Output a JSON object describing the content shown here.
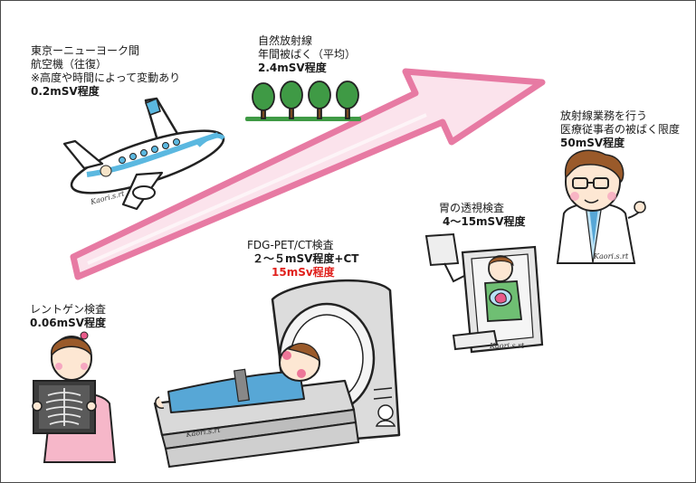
{
  "colors": {
    "arrow_fill": "#fbe3ec",
    "arrow_stroke": "#e77aa3",
    "highlight": "#e0201c",
    "tree_green": "#3f9a45",
    "plane_blue": "#5bb8e0",
    "bed_gray": "#d9d9d9",
    "shirt_blue": "#57a7d6",
    "scrub_green": "#6fbf73"
  },
  "items": {
    "flight": {
      "line1": "東京ーニューヨーク間",
      "line2": "航空機（往復）",
      "line3": "※高度や時間によって変動あり",
      "value": "0.2mSV程度",
      "icon": "airplane-icon"
    },
    "natural": {
      "line1": "自然放射線",
      "line2": "年間被ばく（平均）",
      "value": "2.4mSV程度",
      "icon": "trees-icon"
    },
    "worker": {
      "line1": "放射線業務を行う",
      "line2": "医療従事者の被ばく限度",
      "value": "50mSV程度",
      "icon": "doctor-icon"
    },
    "stomach": {
      "line1": "胃の透視検査",
      "value": "4〜15mSV程度",
      "icon": "fluoroscopy-icon"
    },
    "petct": {
      "line1": "FDG-PET/CT検査",
      "value": "２〜５mSV程度+CT",
      "value2": "15mSv程度",
      "icon": "pet-scanner-icon"
    },
    "xray": {
      "line1": "レントゲン検査",
      "value": "0.06mSV程度",
      "icon": "xray-nurse-icon"
    }
  },
  "signature": "Kaori.s.rt"
}
